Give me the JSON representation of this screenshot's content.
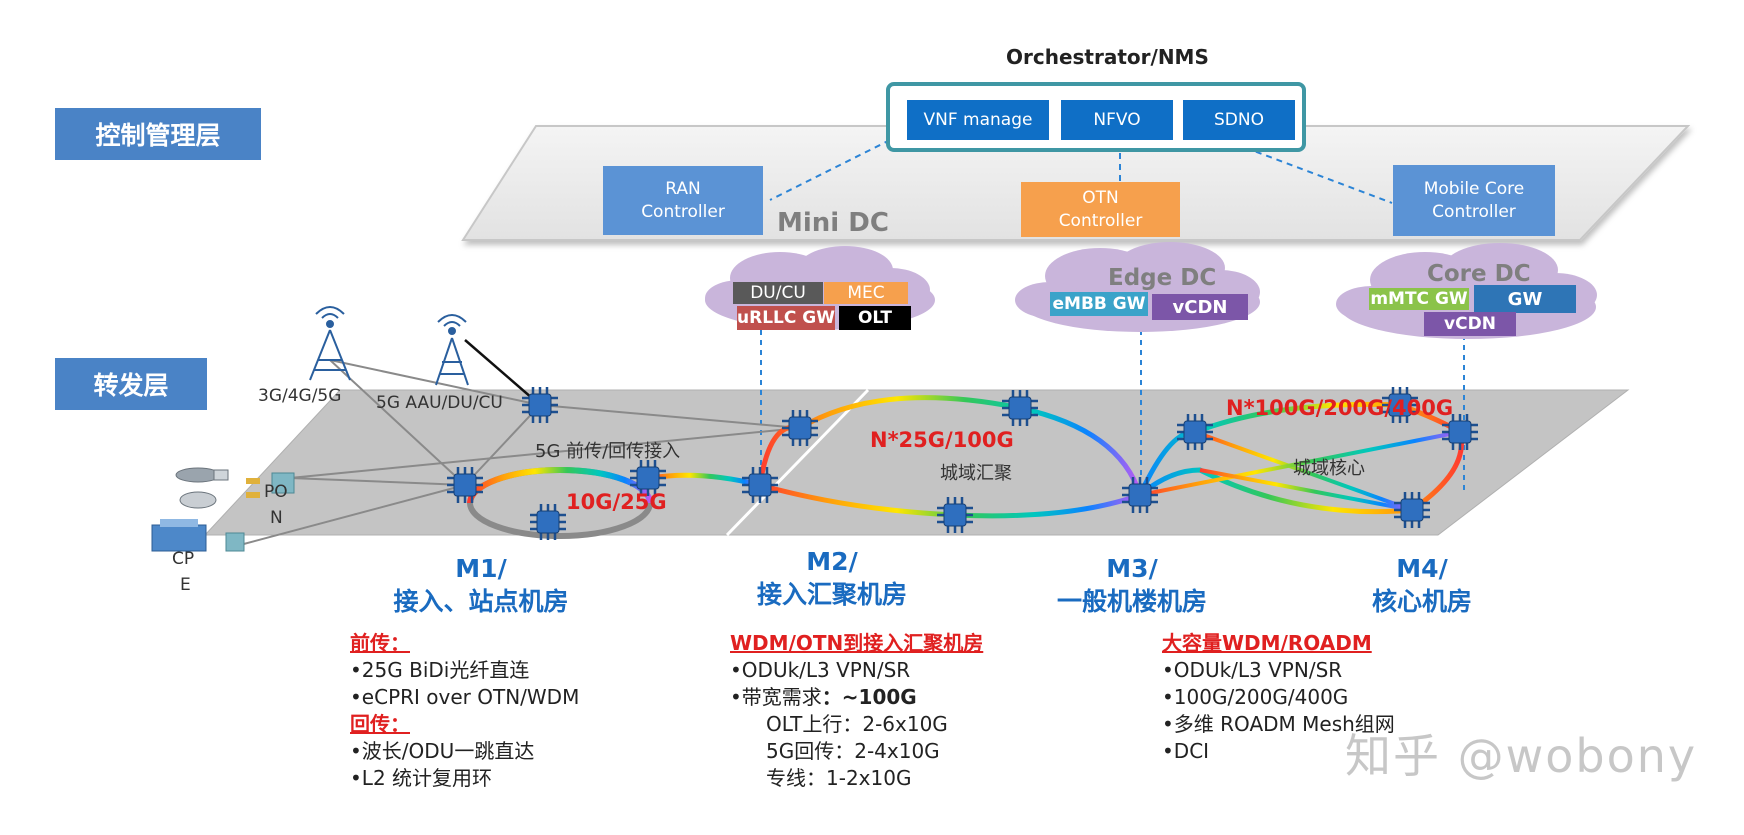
{
  "orchestrator": {
    "title": "Orchestrator/NMS",
    "vnf": "VNF manage",
    "nfvo": "NFVO",
    "sdno": "SDNO"
  },
  "layers": {
    "control": "控制管理层",
    "forward": "转发层"
  },
  "controllers": {
    "ran": "RAN\nController",
    "otn": "OTN\nController",
    "mobile_core": "Mobile Core\nController"
  },
  "mini_dc": "Mini DC",
  "clouds": {
    "m2": {
      "du_cu": "DU/CU",
      "mec": "MEC",
      "urllc": "uRLLC GW",
      "olt": "OLT"
    },
    "edge": {
      "name": "Edge DC",
      "embb": "eMBB GW",
      "vcdn": "vCDN"
    },
    "core": {
      "name": "Core DC",
      "mmtc": "mMTC GW",
      "gw": "GW",
      "vcdn": "vCDN"
    }
  },
  "access_labels": {
    "cell": "3G/4G/5G",
    "aau": "5G AAU/DU/CU",
    "pon_a": "PO",
    "pon_b": "N",
    "cpe_a": "CP",
    "cpe_b": "E",
    "fronthaul": "5G 前传/回传接入"
  },
  "ring_labels": {
    "r1": "10G/25G",
    "r2": "N*25G/100G",
    "r3": "N*100G/200G/400G",
    "metro_agg": "城域汇聚",
    "metro_core": "城域核心"
  },
  "sites": {
    "m1": [
      "M1/",
      "接入、站点机房"
    ],
    "m2": [
      "M2/",
      "接入汇聚机房"
    ],
    "m3": [
      "M3/",
      "一般机楼机房"
    ],
    "m4": [
      "M4/",
      "核心机房"
    ]
  },
  "notes": {
    "m1": {
      "fh_title": "前传：",
      "fh_items": [
        "•25G BiDi光纤直连",
        "•eCPRI over OTN/WDM"
      ],
      "bh_title": "回传：",
      "bh_items": [
        "•波长/ODU一跳直达",
        "•L2 统计复用环"
      ]
    },
    "m2": {
      "title": "WDM/OTN到接入汇聚机房",
      "item1": "•ODUk/L3 VPN/SR",
      "item2_prefix": "•带宽需求",
      "item2_value": "：~100G",
      "subs": [
        "OLT上行：2-6x10G",
        "5G回传：2-4x10G",
        "专线：1-2x10G"
      ]
    },
    "m4": {
      "title": "大容量WDM/ROADM",
      "items": [
        "•ODUk/L3 VPN/SR",
        "•100G/200G/400G",
        "•多维 ROADM Mesh组网",
        "•DCI"
      ]
    }
  },
  "watermark": "知乎 @wobony",
  "colors": {
    "control_blue": "#0f6fc6",
    "controller_blue": "#5b93d5",
    "otn_orange": "#f6a04d",
    "teal_border": "#3f97a4",
    "label_red": "#e02020",
    "heading_blue": "#1a6bc0",
    "chip_blue": "#2f6fbf"
  }
}
